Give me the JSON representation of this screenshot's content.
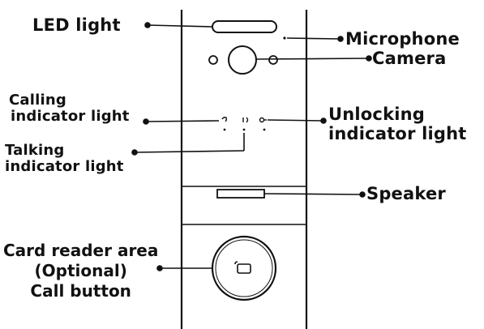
{
  "labels": {
    "led_light": "LED light",
    "microphone": "Microphone",
    "camera": "Camera",
    "calling_line1": "Calling",
    "calling_line2": "indicator light",
    "talking_line1": "Talking",
    "talking_line2": "indicator light",
    "unlocking_line1": "Unlocking",
    "unlocking_line2": "indicator light",
    "speaker": "Speaker",
    "card_line1": "Card reader area",
    "card_line2": "(Optional)",
    "card_line3": "Call button"
  },
  "colors": {
    "ink": "#111111",
    "background": "#ffffff"
  },
  "icons": {
    "calling": "phone-handset-icon",
    "talking": "speech-icon",
    "unlocking": "key-icon",
    "card": "card-icon"
  }
}
